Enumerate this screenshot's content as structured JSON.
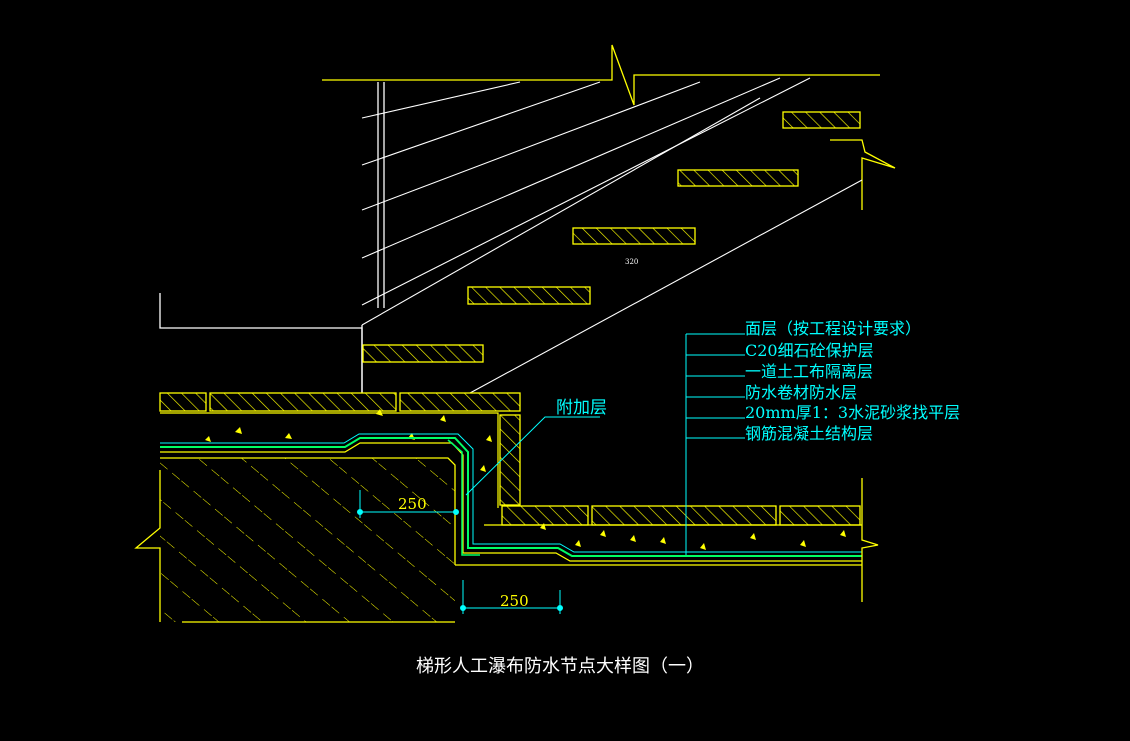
{
  "title": "梯形人工瀑布防水节点大样图（一）",
  "callout_label": "附加层",
  "layers": [
    "面层（按工程设计要求）",
    "C20细石砼保护层",
    "一道土工布隔离层",
    "防水卷材防水层",
    "20mm厚1：3水泥砂浆找平层",
    "钢筋混凝土结构层"
  ],
  "dimensions": {
    "upper": "250",
    "lower": "250"
  },
  "tiny_mark": "320",
  "colors": {
    "background": "#000000",
    "structure": "#ffff00",
    "annotation": "#00ffff",
    "outline": "#ffffff",
    "membrane": "#00ff66",
    "title": "#ffffff"
  }
}
